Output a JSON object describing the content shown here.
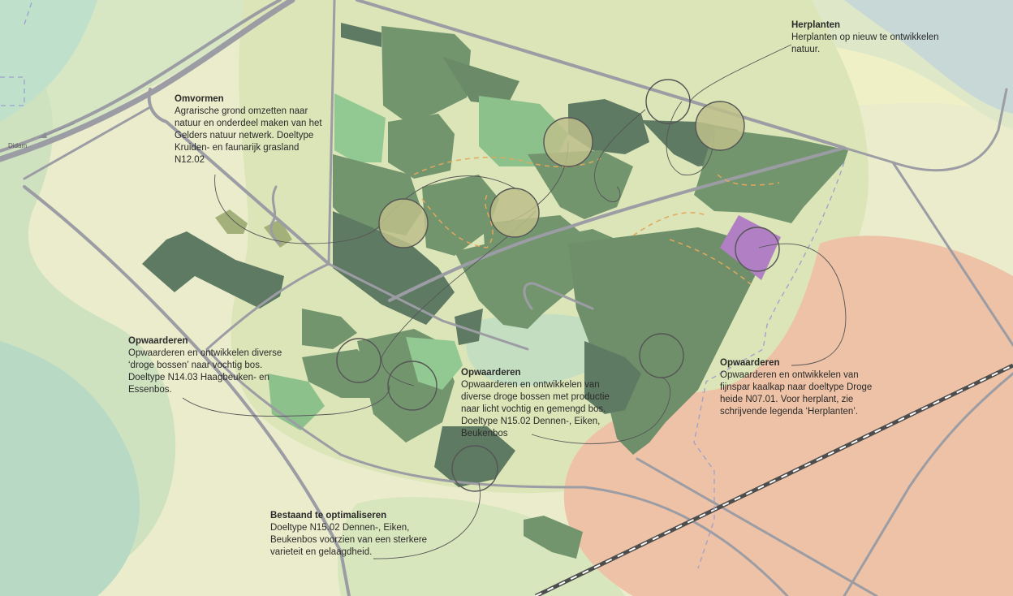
{
  "map": {
    "place_labels": {
      "didam": "Didam"
    },
    "annotations": [
      {
        "id": "herplanten",
        "title": "Herplanten",
        "text": "Herplanten op nieuw te ontwikkelen natuur."
      },
      {
        "id": "omvormen",
        "title": "Omvormen",
        "text": "Agrarische grond omzetten naar natuur en onderdeel maken van het Gelders natuur netwerk. Doeltype Kruiden- en faunarijk grasland N12.02"
      },
      {
        "id": "opwaarderen-west",
        "title": "Opwaarderen",
        "text": "Opwaarderen en ontwikkelen diverse ‘droge bossen’ naar vochtig bos. Doeltype N14.03 Haagbeuken- en Essenbos."
      },
      {
        "id": "opwaarderen-center",
        "title": "Opwaarderen",
        "text": "Opwaarderen en ontwikkelen van diverse droge bossen met productie naar licht vochtig en gemengd bos. Doeltype N15.02 Dennen-, Eiken, Beukenbos"
      },
      {
        "id": "opwaarderen-east",
        "title": "Opwaarderen",
        "text": "Opwaarderen en ontwikkelen van fijnspar kaalkap naar doeltype Droge heide N07.01. Voor herplant, zie schrijvende legenda ‘Herplanten’."
      },
      {
        "id": "bestaand",
        "title": "Bestaand te optimaliseren",
        "text": "Doeltype N15.02 Dennen-, Eiken, Beukenbos voorzien van een sterkere varieteit en gelaagdheid."
      }
    ]
  },
  "colors": {
    "background": "#eaeccb",
    "pale_green_zone": "#cfe0bc",
    "teal_zone": "#b7d8c3",
    "orange_zone": "#edc2a6",
    "blue_zone": "#c7d8d6",
    "dark_forest": "#5f7a63",
    "mid_forest": "#72956e",
    "light_green_patch": "#92c891",
    "olive_circle_fill": "#bdbf8a",
    "heath_purple": "#b17fc4",
    "road": "#9c9da4",
    "railway": "#4d4d4d",
    "route_dashed": "#e2a75b",
    "boundary_dashed": "#9ea0cd"
  }
}
